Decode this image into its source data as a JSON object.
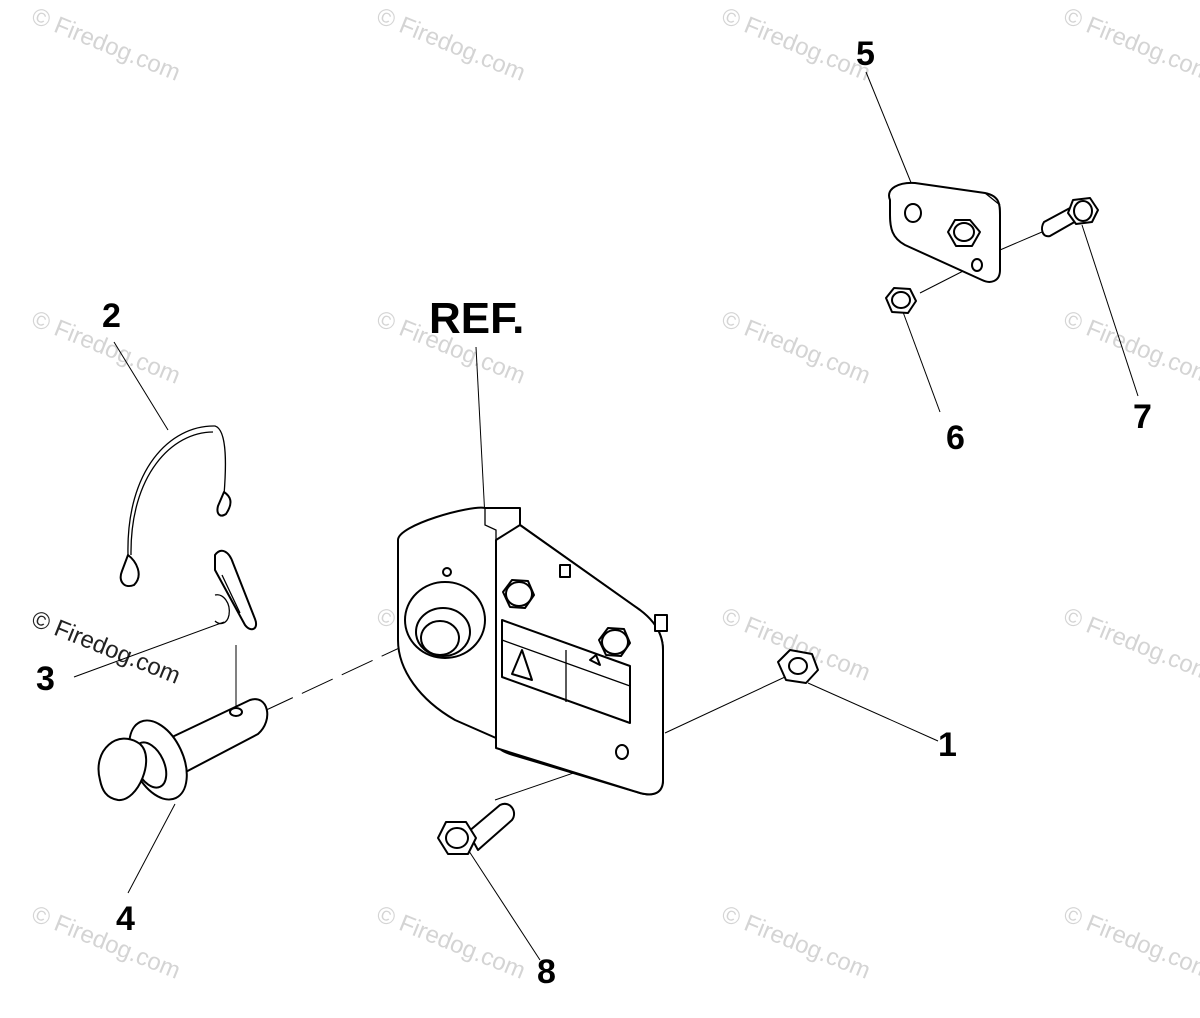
{
  "watermark_text": "© Firedog.com",
  "ref_label": "REF.",
  "callouts": [
    {
      "id": "1",
      "text": "1"
    },
    {
      "id": "2",
      "text": "2"
    },
    {
      "id": "3",
      "text": "3"
    },
    {
      "id": "4",
      "text": "4"
    },
    {
      "id": "5",
      "text": "5"
    },
    {
      "id": "6",
      "text": "6"
    },
    {
      "id": "7",
      "text": "7"
    },
    {
      "id": "8",
      "text": "8"
    }
  ]
}
